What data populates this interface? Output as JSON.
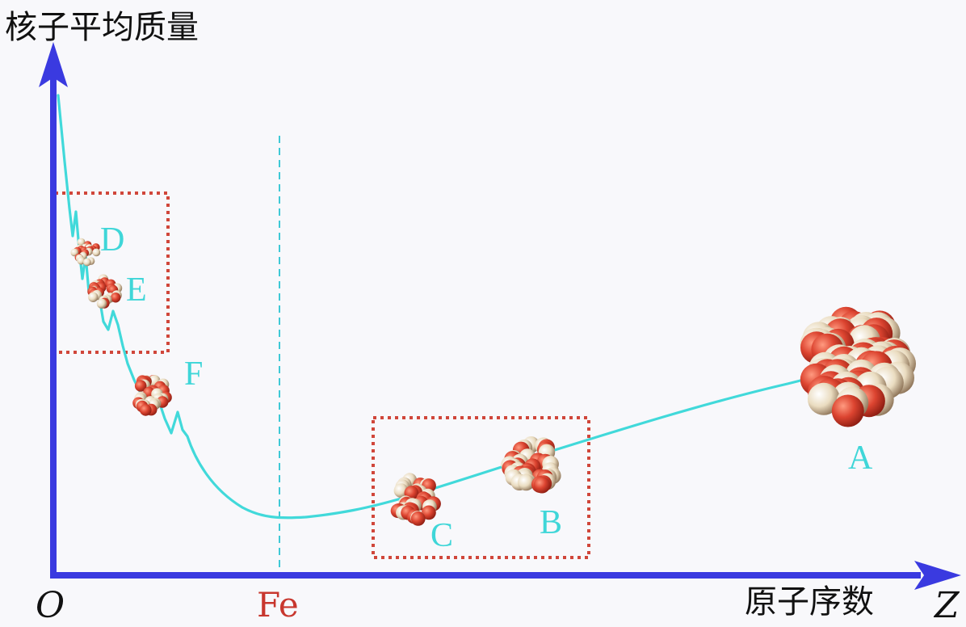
{
  "axes": {
    "y_label": "核子平均质量",
    "x_label": "原子序数",
    "origin_label": "O",
    "x_axis_symbol": "Z",
    "marker_label": "Fe"
  },
  "points": {
    "A": "A",
    "B": "B",
    "C": "C",
    "D": "D",
    "E": "E",
    "F": "F"
  },
  "colors": {
    "axis": "#3a3ae0",
    "curve": "#41d9da",
    "box": "#d0463a",
    "fe_line": "#3fc9d6",
    "fe_text": "#c8372e",
    "point_label": "#3fd6d8",
    "nucleon_red": "#d8432f",
    "nucleon_cream": "#ede1c6"
  }
}
